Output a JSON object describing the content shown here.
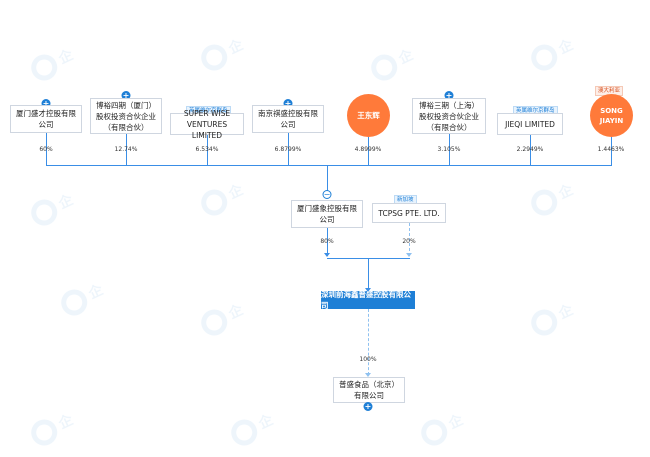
{
  "shareholders": [
    {
      "name": "厦门盛才控股有限公司",
      "pct": "60%",
      "expand": true
    },
    {
      "name": "博裕四期（厦门）股权投资合伙企业（有限合伙）",
      "pct": "12.74%",
      "expand": true
    },
    {
      "name": "SUPER WISE VENTURES LIMITED",
      "pct": "6.534%",
      "tag": "英属维尔京群岛"
    },
    {
      "name": "南京祺盛控股有限公司",
      "pct": "6.8799%",
      "expand": true
    },
    {
      "name": "王东辉",
      "pct": "4.8999%",
      "person": true
    },
    {
      "name": "博裕三期（上海）股权投资合伙企业（有限合伙）",
      "pct": "3.105%",
      "expand": true
    },
    {
      "name": "JIEQI LIMITED",
      "pct": "2.2949%",
      "tag": "英属维尔京群岛"
    },
    {
      "name": "SONG JIAYIN",
      "pct": "1.4463%",
      "person": true,
      "tag": "澳大利亚"
    }
  ],
  "middle": [
    {
      "name": "厦门盛象控股有限公司",
      "pct": "80%",
      "collapse": true
    },
    {
      "name": "TCPSG PTE. LTD.",
      "pct": "20%",
      "tag": "新加坡"
    }
  ],
  "focus_company": "深圳前海鑫普盛控股有限公司",
  "subsidiary": {
    "name": "普盛食品（北京）有限公司",
    "pct": "100%"
  },
  "colors": {
    "accent": "#1e7fd6",
    "person": "#ff7a3a"
  },
  "icons": {
    "expand": "plus-icon",
    "collapse": "minus-icon"
  }
}
